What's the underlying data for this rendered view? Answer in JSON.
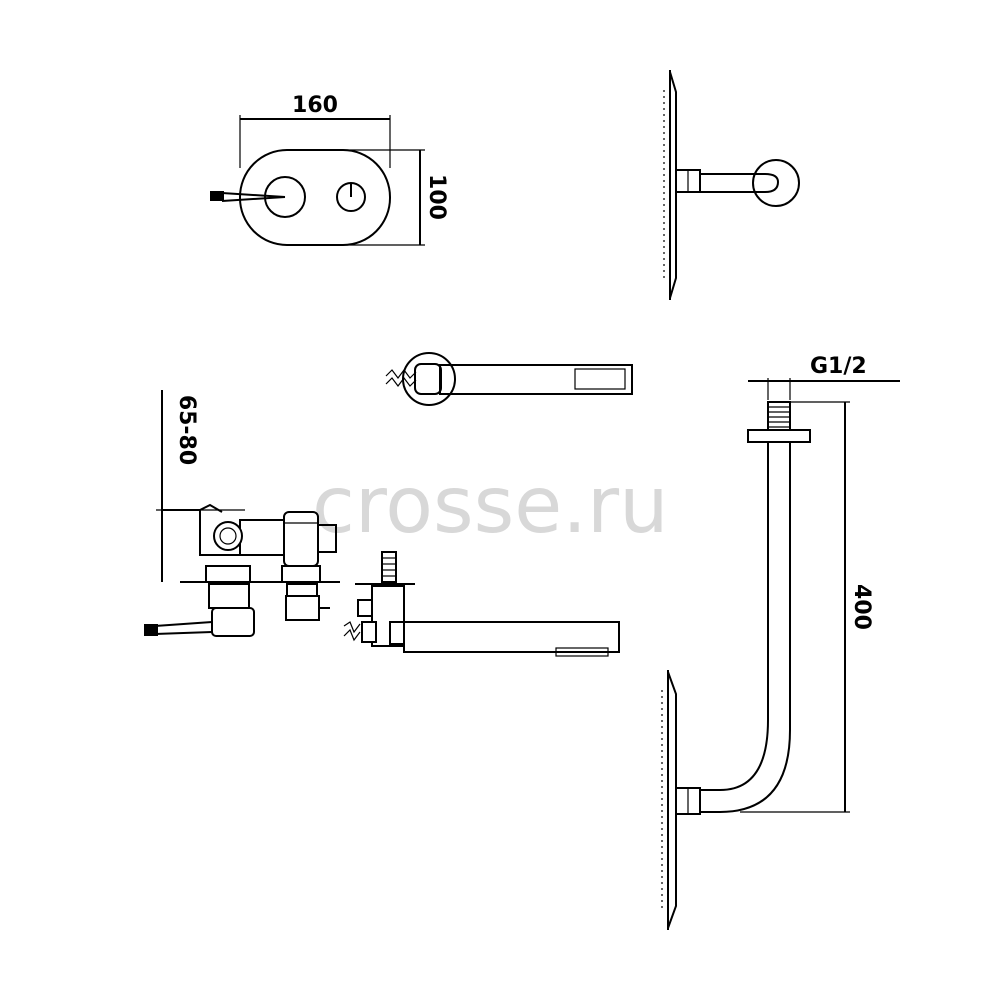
{
  "dimensions": {
    "panel_width": "160",
    "panel_height": "100",
    "wall_depth": "65-80",
    "arm_thread": "G1/2",
    "arm_length": "400"
  },
  "watermark": "crosse.ru"
}
